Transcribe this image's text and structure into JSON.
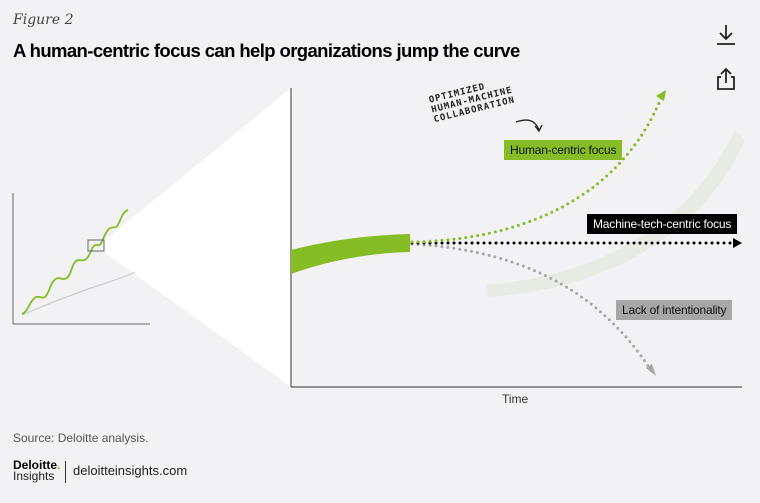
{
  "figure_label": "Figure 2",
  "title": "A human-centric focus can help organizations jump the curve",
  "toolbar": {
    "download_icon": "download-icon",
    "share_icon": "share-icon"
  },
  "annotation": [
    "OPTIMIZED",
    "HUMAN-MACHINE",
    "COLLABORATION"
  ],
  "labels": {
    "human": "Human-centric focus",
    "machine": "Machine-tech-centric focus",
    "lack": "Lack of intentionality"
  },
  "x_axis_label": "Time",
  "source": "Source: Deloitte analysis.",
  "logo": {
    "brand": "Deloitte",
    "dot": ".",
    "sub": "Insights"
  },
  "site": "deloitteinsights.com",
  "colors": {
    "green": "#86bc25",
    "black": "#000000",
    "gray": "#a7a7a7",
    "background": "#f2f2f4"
  }
}
